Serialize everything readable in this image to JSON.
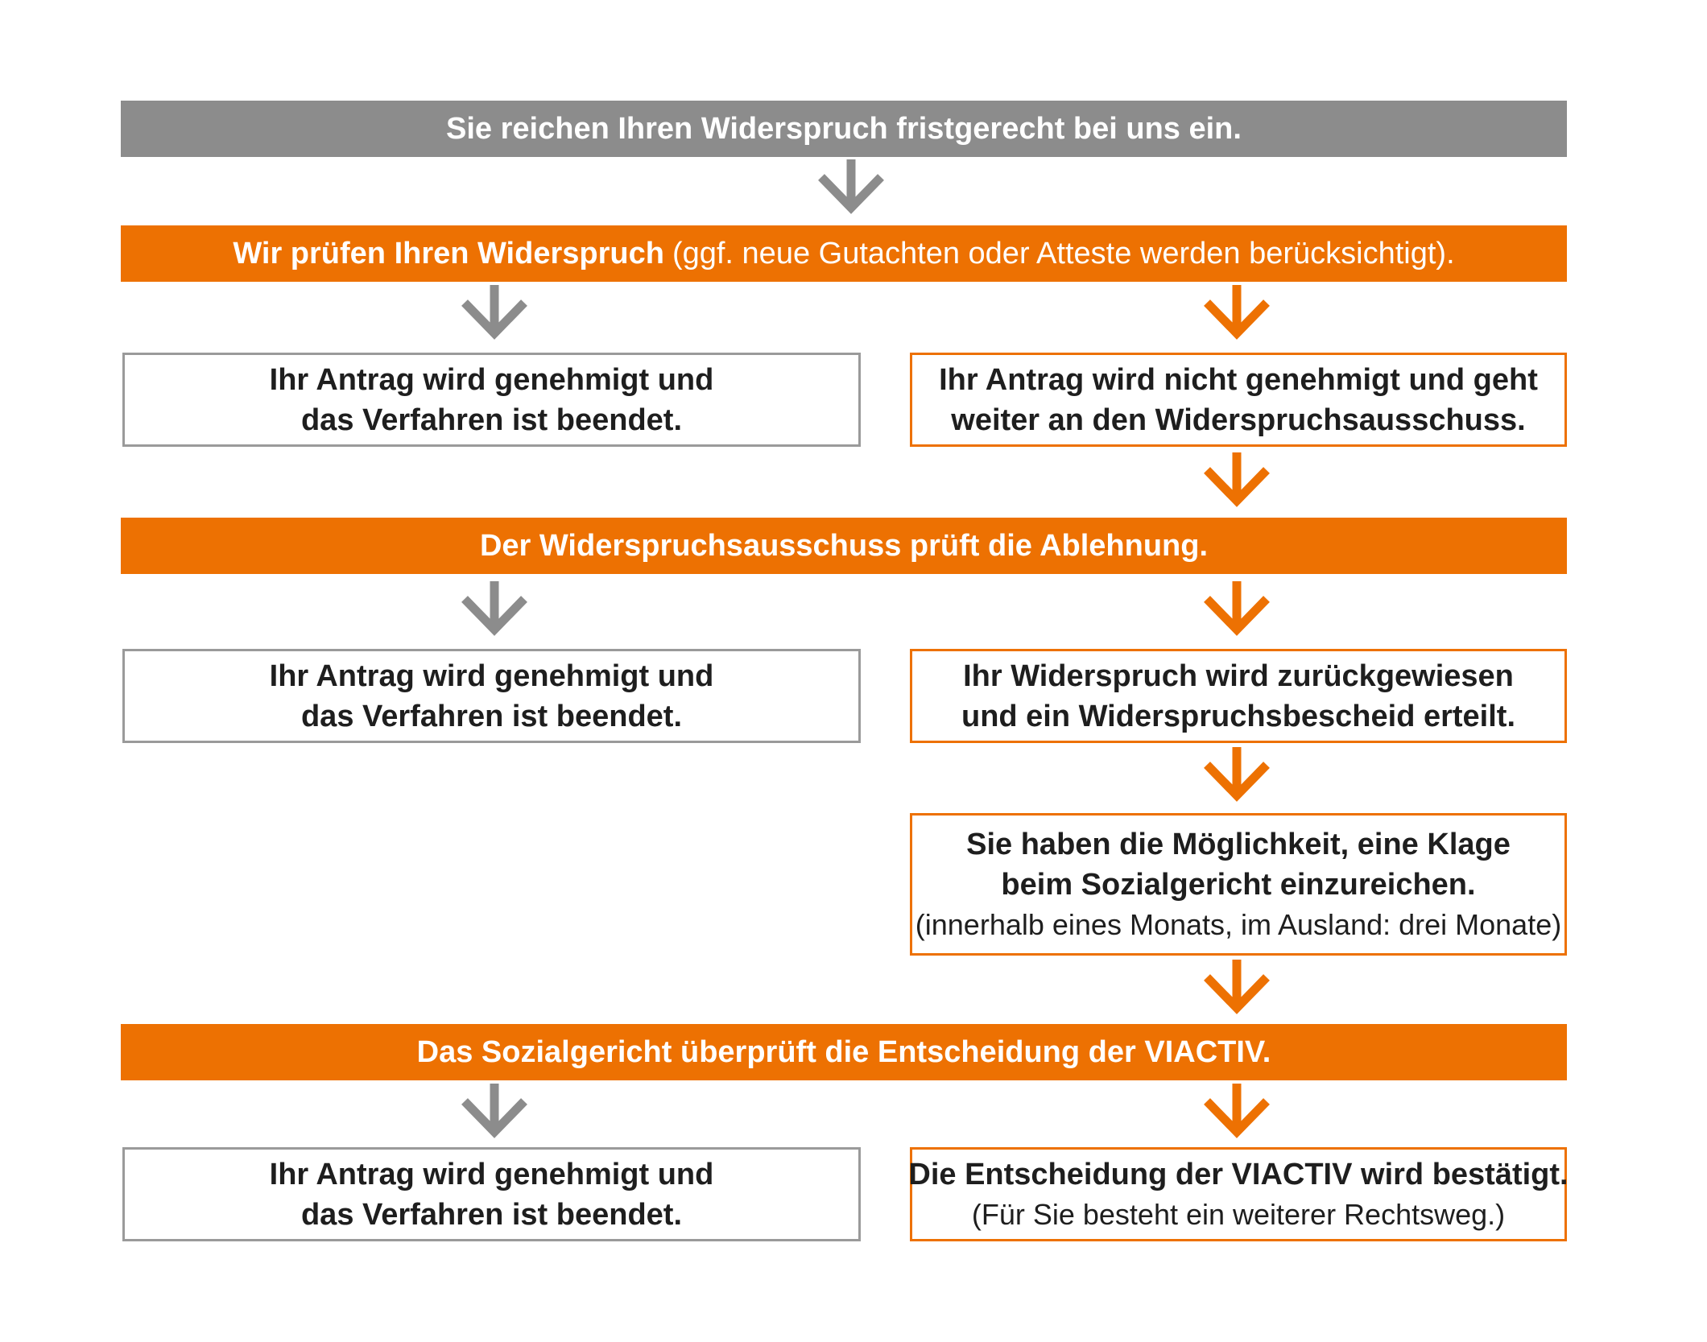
{
  "steps": {
    "submit": "Sie reichen Ihren Widerspruch fristgerecht bei uns ein.",
    "review_bold": "Wir prüfen Ihren Widerspruch",
    "review_light": "(ggf. neue Gutachten oder Atteste werden berücksichtigt).",
    "approved_1": {
      "line1": "Ihr Antrag wird genehmigt und",
      "line2": "das Verfahren ist beendet."
    },
    "not_approved": {
      "line1": "Ihr Antrag wird nicht genehmigt und geht",
      "line2": "weiter an den Widerspruchsausschuss."
    },
    "committee": "Der Widerspruchsausschuss prüft die Ablehnung.",
    "approved_2": {
      "line1": "Ihr Antrag wird genehmigt und",
      "line2": "das Verfahren ist beendet."
    },
    "rejected": {
      "line1": "Ihr Widerspruch wird zurückgewiesen",
      "line2": "und ein Widerspruchsbescheid erteilt."
    },
    "lawsuit": {
      "line1": "Sie haben die Möglichkeit, eine Klage",
      "line2": "beim Sozialgericht einzureichen.",
      "note": "(innerhalb eines Monats, im Ausland: drei Monate)"
    },
    "court": "Das Sozialgericht überprüft die Entscheidung der VIACTIV.",
    "approved_3": {
      "line1": "Ihr Antrag wird genehmigt und",
      "line2": "das Verfahren ist beendet."
    },
    "confirmed": {
      "line1": "Die Entscheidung der VIACTIV wird bestätigt.",
      "note": "(Für Sie besteht ein weiterer Rechtsweg.)"
    }
  },
  "colors": {
    "orange": "#ed7102",
    "gray": "#8c8c8c",
    "gray_arrow": "#8c8c8c",
    "text": "#1e1e1e"
  }
}
